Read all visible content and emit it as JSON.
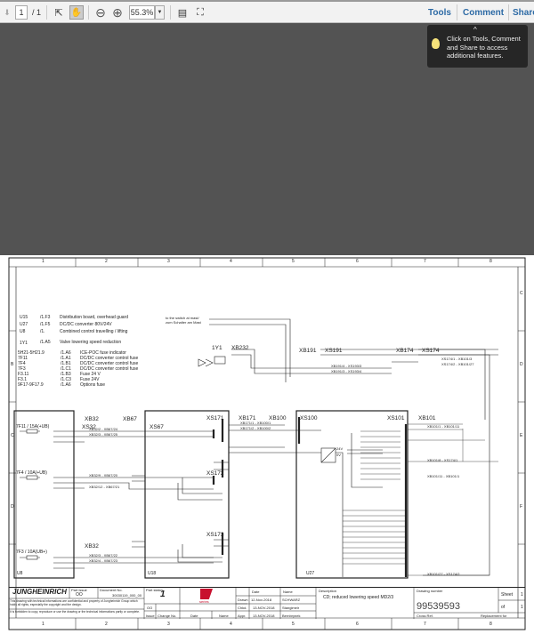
{
  "toolbar": {
    "page_current": "1",
    "page_total": "/ 1",
    "zoom": "55.3%",
    "tools": "Tools",
    "comment": "Comment",
    "share": "Share"
  },
  "tooltip": {
    "text": "Click on Tools, Comment and Share to access additional features."
  },
  "drawing": {
    "columns": [
      "1",
      "2",
      "3",
      "4",
      "5",
      "6",
      "7",
      "8"
    ],
    "rows": [
      "B",
      "C",
      "D",
      "E",
      "F"
    ],
    "legend": [
      {
        "id": "U15",
        "ref": "/1.F3",
        "desc": "Distribution board, overhead guard"
      },
      {
        "id": "U27",
        "ref": "/1.F5",
        "desc": "DC/DC converter 80V/24V"
      },
      {
        "id": "U8",
        "ref": "/1.",
        "desc": "Combined control travelling / lifting"
      },
      {
        "id": "1Y1",
        "ref": "/1.A5",
        "desc": "Valve lowering speed reduction"
      },
      {
        "id": "5H21-5H21.9",
        "ref": "/1.A6",
        "desc": "ICE-POC fuse indicator"
      },
      {
        "id": "7F11",
        "ref": "/1.A1",
        "desc": "DC/DC converter control fuse"
      },
      {
        "id": "7F4",
        "ref": "/1.B1",
        "desc": "DC/DC converter control fuse"
      },
      {
        "id": "7F3",
        "ref": "/1.C1",
        "desc": "DC/DC converter control fuse"
      },
      {
        "id": "F3.11",
        "ref": "/1.B3",
        "desc": "Fuse 24 V"
      },
      {
        "id": "F3.1",
        "ref": "/1.C3",
        "desc": "Fuse 24V"
      },
      {
        "id": "9F17-9F17.9",
        "ref": "/1.A6",
        "desc": "Options fuse"
      }
    ],
    "switch_note": [
      "to the switch at mast/",
      "zum Schalter am Mast"
    ],
    "labels": {
      "y1": "1Y1",
      "xb232": "XB232",
      "xb191": "XB191",
      "xs191": "XS191",
      "xb174": "XB174",
      "xs174": "XS174",
      "xs32": "XS32",
      "xb32": "XB32",
      "xb67": "XB67",
      "xs67": "XS67",
      "xs171": "XS171",
      "xb171": "XB171",
      "xb100": "XB100",
      "xs100": "XS100",
      "xs101": "XS101",
      "xb101": "XB101",
      "xs172": "XS172",
      "xs173": "XS173",
      "xb32b": "XB32",
      "f11": "7F11 / 15A(+UB)",
      "f4": "7F4 / 10A(+UB)",
      "f3": "7F3 / 10A(UB+)",
      "u8": "U8",
      "u18": "U18",
      "u27": "U27",
      "v24": "24V",
      "v0": "0V",
      "w1": "XB191/4 - XS193/3",
      "w2": "XB191/3 - XS193/4",
      "w3": "XS174/1 - XB101/3",
      "w4": "XS174/2 - XB101/27",
      "w5": "XB101/1 - XB101/11",
      "w6": "XB101/8 - XS174/1",
      "w7": "XB101/11 - XB101/1",
      "w8": "XB101/27 - XS174/2",
      "w9": "XB32/2 - XB67/24",
      "w10": "XB32/3 - XB67/25",
      "w11": "XB32/9 - XB67/20",
      "w12": "XB32/12 - XB67/21",
      "w13": "XB32/3 - XB67/22",
      "w14": "XB32/4 - XB67/23",
      "w15": "XB171/1 - XB100/1",
      "w16": "XB171/2 - XB100/2"
    }
  },
  "title_block": {
    "company": "JUNGHEINRICH",
    "part_issue_label": "Part issue",
    "part_issue": "OO",
    "document_no_label": "Document No.",
    "document_no": "30030119_000_00",
    "part_status_label": "Part status",
    "part_status": "1",
    "series": "series",
    "copyright": "This drawing with technical informations are confidential and property of Jungheinrich Group which holds all rights, especially the copyright and the design.",
    "forbidden": "It is forbidden to copy, reproduce or use the drawing or the technical informations partly or complete.",
    "rev_issue": "OO",
    "issue": "Issue",
    "change_no": "Change No.",
    "date": "Date",
    "name": "Name",
    "drawn": "Drawn",
    "chkd": "Chkd.",
    "appr": "Appr.",
    "drawn_date": "12-Nov-2018",
    "drawn_name": "SCHWARZ",
    "chkd_date": "13-NOV-2018",
    "chkd_name": "Stanglmeir",
    "appr_date": "13-NOV-2018",
    "appr_name": "Bernbrynek",
    "description_label": "Description",
    "description": "CD; reduced lowering speed MD2/3",
    "drawing_number_label": "Drawing number",
    "drawing_number": "99539593",
    "sheet_label": "Sheet",
    "sheet": "1",
    "of_label": "of",
    "of": "1",
    "cross_ref": "Cross Ref.",
    "replacement": "Replacement for"
  },
  "colors": {
    "toolbar": "#f2f2f2",
    "viewer_bg": "#535353",
    "link": "#2d6aa5",
    "logo_red": "#c8102e"
  }
}
